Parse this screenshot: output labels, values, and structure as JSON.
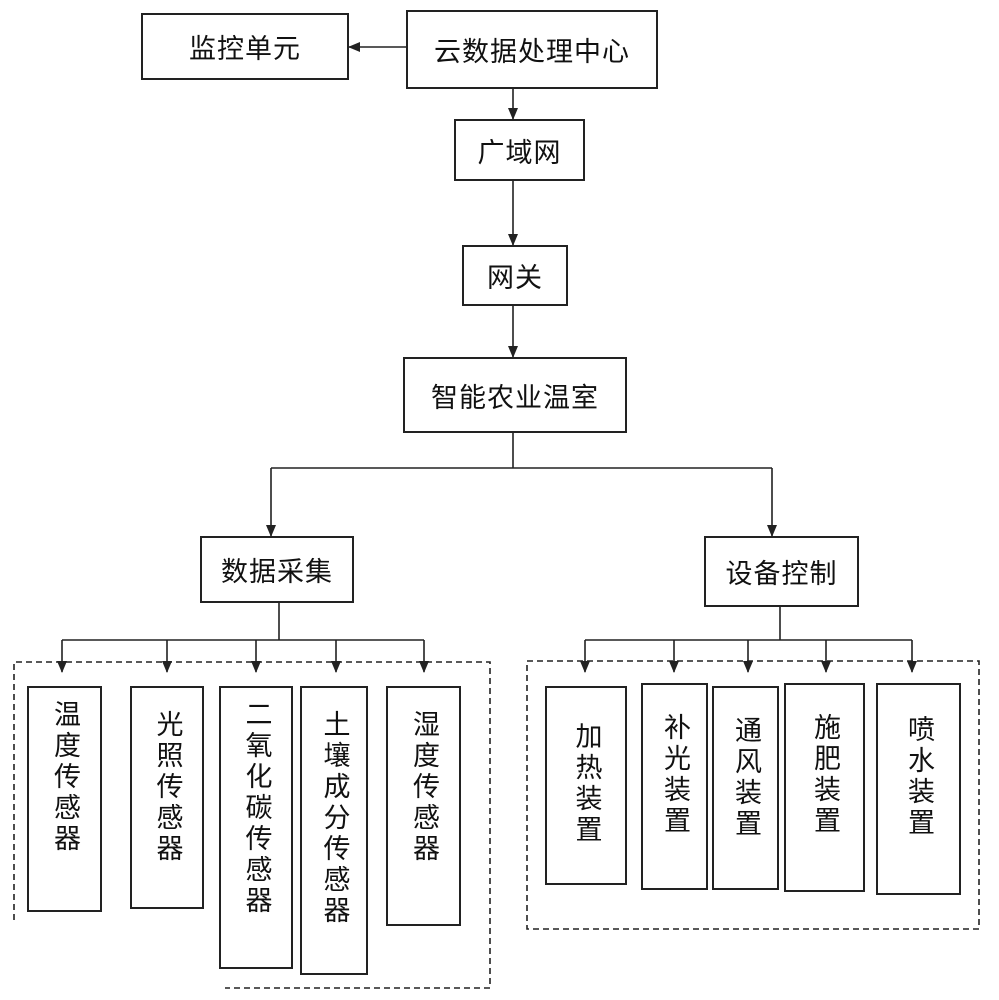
{
  "top": {
    "monitor": "监控单元",
    "cloud": "云数据处理中心",
    "wan": "广域网",
    "gateway": "网关",
    "greenhouse": "智能农业温室"
  },
  "branches": {
    "collect": "数据采集",
    "control": "设备控制"
  },
  "sensors": [
    "温度传感器",
    "光照传感器",
    "二氧化碳传感器",
    "土壤成分传感器",
    "湿度传感器"
  ],
  "devices": [
    "加热装置",
    "补光装置",
    "通风装置",
    "施肥装置",
    "喷水装置"
  ]
}
